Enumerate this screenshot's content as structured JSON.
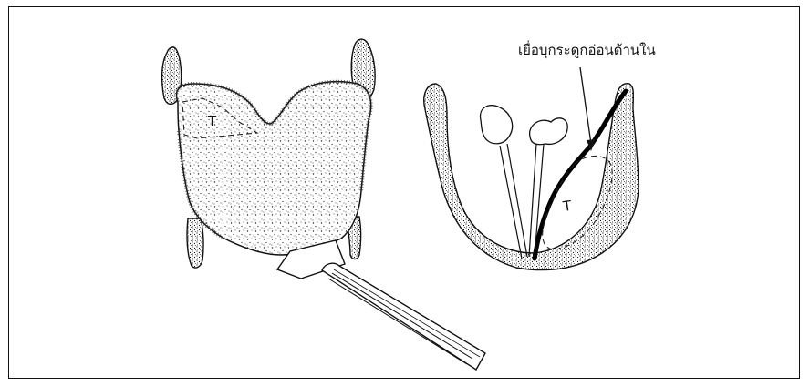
{
  "figure": {
    "callout_label": "เยื่อบุกระดูกอ่อนด้านใน",
    "t_label_front": "T",
    "t_label_section": "T"
  }
}
